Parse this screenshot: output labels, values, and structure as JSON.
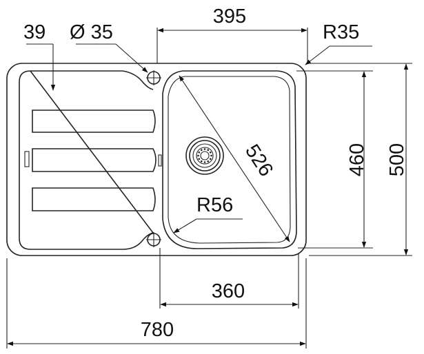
{
  "dimensions": {
    "width_395": "395",
    "radius_r35": "R35",
    "diameter_35": "Ø 35",
    "offset_39": "39",
    "height_460": "460",
    "height_500": "500",
    "diagonal_526": "526",
    "radius_r56": "R56",
    "width_360": "360",
    "width_780": "780"
  },
  "colors": {
    "line": "#222222",
    "text": "#111111",
    "background": "#ffffff"
  }
}
